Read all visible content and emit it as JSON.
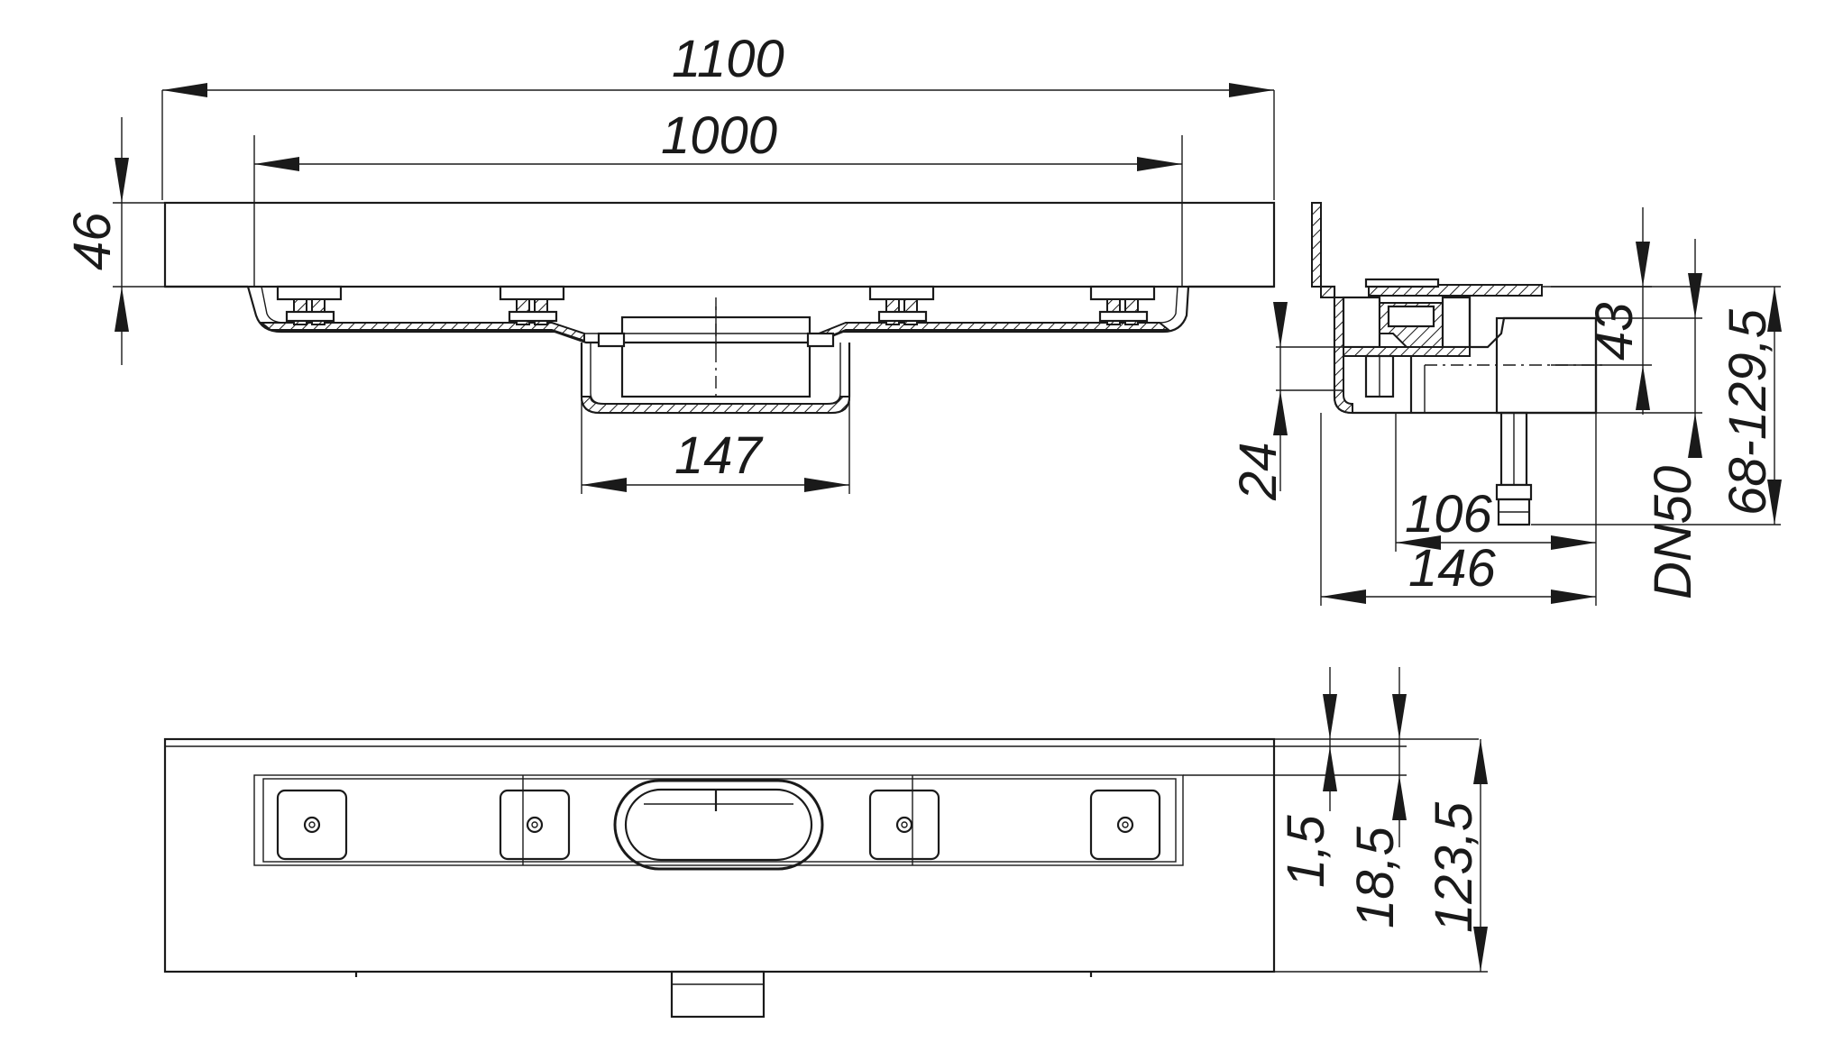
{
  "dimensions": {
    "overall_length": "1100",
    "inner_length": "1000",
    "height_front": "46",
    "outlet_width": "147",
    "flange_depth": "24",
    "height_43": "43",
    "outlet_offset": "106",
    "body_width": "146",
    "pipe_size": "DN50",
    "height_range": "68-129,5",
    "edge_1_5": "1,5",
    "edge_18_5": "18,5",
    "plan_width": "123,5"
  }
}
